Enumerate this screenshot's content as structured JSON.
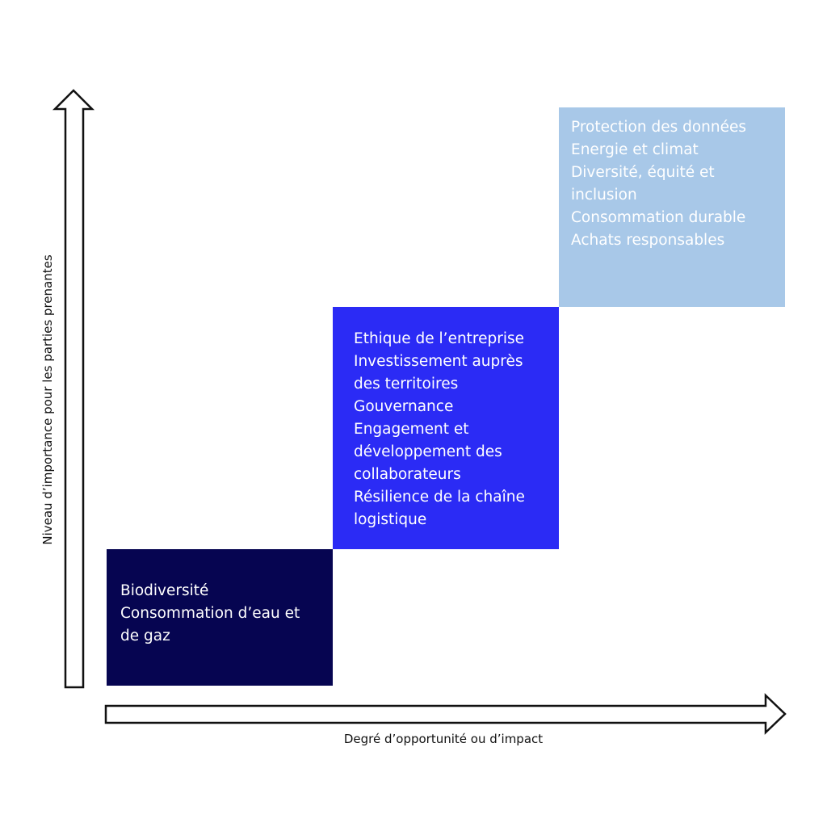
{
  "axes": {
    "y_label": "Niveau d’importance pour les parties prenantes",
    "x_label": "Degré d’opportunité ou d’impact"
  },
  "levels": [
    {
      "color": "#060551",
      "items": [
        "Biodiversité",
        "Consommation d’eau et de gaz"
      ]
    },
    {
      "color": "#2b2bf5",
      "items": [
        "Ethique de l’entreprise",
        "Investissement auprès des territoires",
        "Gouvernance",
        "Engagement et développement des collaborateurs",
        "Résilience de la chaîne logistique"
      ]
    },
    {
      "color": "#a8c8e8",
      "items": [
        "Protection des données",
        "Energie et climat",
        "Diversité, équité et inclusion",
        "Consommation durable",
        "Achats responsables"
      ]
    }
  ]
}
